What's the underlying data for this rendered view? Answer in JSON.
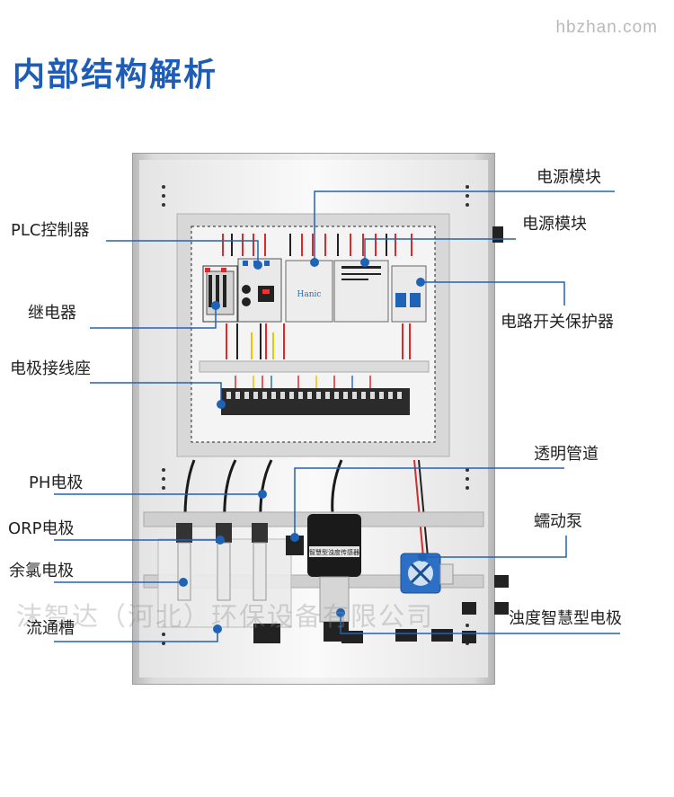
{
  "watermark_top": "hbzhan.com",
  "page_title": "内部结构解析",
  "watermark_mid": "沫智达（河北）环保设备有限公司",
  "labels": {
    "plc_controller": "PLC控制器",
    "relay": "继电器",
    "electrode_terminal": "电极接线座",
    "ph_electrode": "PH电极",
    "orp_electrode": "ORP电极",
    "residual_chlorine_electrode": "余氯电极",
    "flow_cell": "流通槽",
    "power_module_1": "电源模块",
    "power_module_2": "电源模块",
    "circuit_breaker": "电路开关保护器",
    "transparent_pipe": "透明管道",
    "peristaltic_pump": "蠕动泵",
    "turbidity_electrode": "浊度智慧型电极"
  },
  "device_text": {
    "module_brand": "Hanic",
    "sensor_sticker": "智慧型浊度传感器"
  },
  "colors": {
    "title_blue": "#1d5db8",
    "leader_blue": "#1f63b6",
    "wire_red": "#d92b2b",
    "pump_blue": "#2c6fc4"
  }
}
